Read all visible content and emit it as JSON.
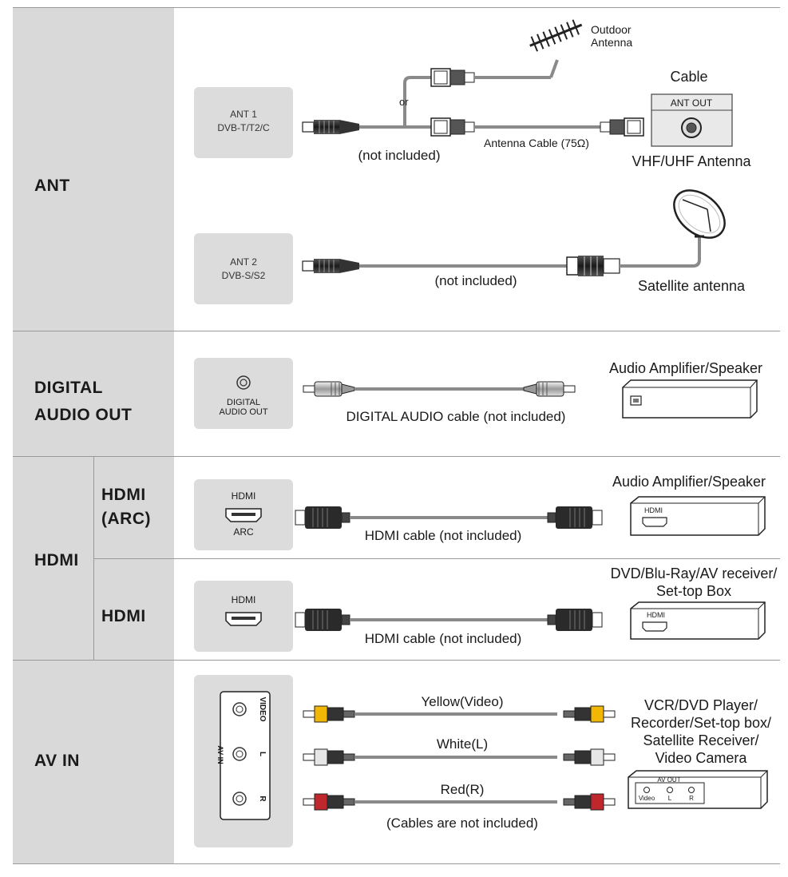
{
  "sections": {
    "ant": {
      "label": "ANT"
    },
    "digital": {
      "label_line1": "DIGITAL",
      "label_line2": "AUDIO OUT"
    },
    "hdmi": {
      "label": "HDMI",
      "arc_label_line1": "HDMI",
      "arc_label_line2": "(ARC)",
      "sub_label": "HDMI"
    },
    "av": {
      "label": "AV IN"
    }
  },
  "ant1": {
    "port_line1": "ANT 1",
    "port_line2": "DVB-T/T2/C",
    "or": "or",
    "not_included": "(not included)",
    "cable_label": "Antenna Cable (75Ω)",
    "outdoor_line1": "Outdoor",
    "outdoor_line2": "Antenna",
    "cable_title": "Cable",
    "ant_out": "ANT OUT",
    "vhf": "VHF/UHF Antenna"
  },
  "ant2": {
    "port_line1": "ANT 2",
    "port_line2": "DVB-S/S2",
    "not_included": "(not included)",
    "satellite": "Satellite antenna"
  },
  "digital_audio": {
    "port_line1": "DIGITAL",
    "port_line2": "AUDIO OUT",
    "cable_label": "DIGITAL AUDIO cable (not included)",
    "device": "Audio Amplifier/Speaker"
  },
  "hdmi_arc": {
    "port_top": "HDMI",
    "port_bottom": "ARC",
    "cable_label": "HDMI cable (not included)",
    "device": "Audio Amplifier/Speaker",
    "device_port": "HDMI"
  },
  "hdmi_std": {
    "port_top": "HDMI",
    "cable_label": "HDMI cable (not included)",
    "device_line1": "DVD/Blu-Ray/AV receiver/",
    "device_line2": "Set-top Box",
    "device_port": "HDMI"
  },
  "av_in": {
    "panel_title": "AV IN",
    "jack_video": "VIDEO",
    "jack_l": "L",
    "jack_r": "R",
    "yellow_label": "Yellow(Video)",
    "white_label": "White(L)",
    "red_label": "Red(R)",
    "note": "(Cables are not included)",
    "device_line1": "VCR/DVD Player/",
    "device_line2": "Recorder/Set-top box/",
    "device_line3": "Satellite Receiver/",
    "device_line4": "Video Camera",
    "device_port_title": "AV OUT",
    "device_port_video": "Video",
    "device_port_l": "L",
    "device_port_r": "R"
  },
  "colors": {
    "side_panel": "#d9d9d9",
    "port_box": "#dcdcdc",
    "cable": "#8a8a8a",
    "yellow_plug": "#f2b705",
    "red_plug": "#c0272d",
    "white_plug": "#e6e6e6"
  }
}
